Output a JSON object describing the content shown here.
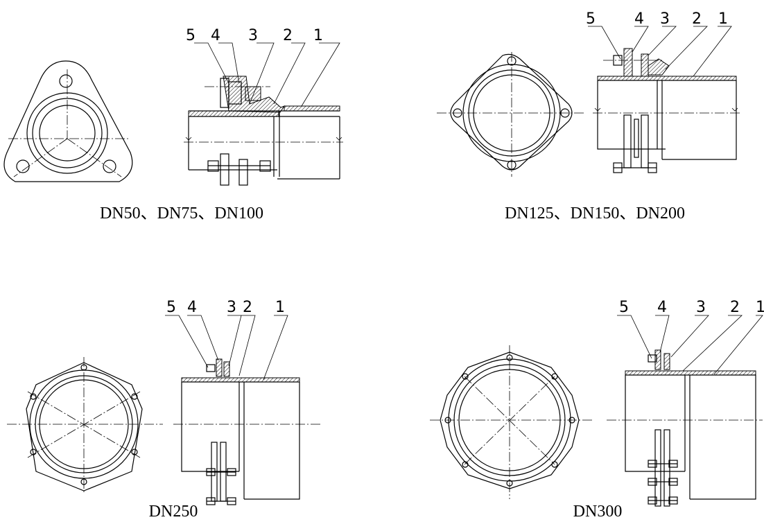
{
  "diagrams": [
    {
      "caption": "DN50、DN75、DN100",
      "labels": [
        "5",
        "4",
        "3",
        "2",
        "1"
      ]
    },
    {
      "caption": "DN125、DN150、DN200",
      "labels": [
        "5",
        "4",
        "3",
        "2",
        "1"
      ]
    },
    {
      "caption": "DN250",
      "labels": [
        "5",
        "4",
        "3",
        "2",
        "1"
      ]
    },
    {
      "caption": "DN300",
      "labels": [
        "5",
        "4",
        "3",
        "2",
        "1"
      ]
    }
  ]
}
